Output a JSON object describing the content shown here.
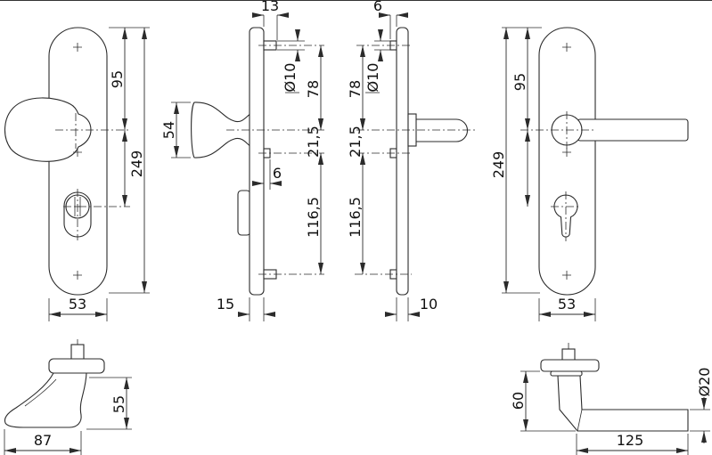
{
  "colors": {
    "background": "#ffffff",
    "line": "#2b2b2b",
    "text": "#111111"
  },
  "drawings": {
    "knob_plate_front": {
      "dims": {
        "top_to_handle": "95",
        "total_height": "249",
        "width": "53"
      }
    },
    "knob_plate_side": {
      "dims": {
        "screw_projection": "13",
        "screw_diameter": "Ø10",
        "screw_to_handle": "78",
        "knob_cap": "54",
        "handle_to_cylinder_screw": "21,5",
        "cylinder_screw_projection": "6",
        "cylinder_to_bottom_screw": "116,5",
        "plate_thickness": "15"
      }
    },
    "lever_plate_side": {
      "dims": {
        "screw_projection": "6",
        "screw_diameter": "Ø10",
        "screw_to_handle": "78",
        "handle_to_cylinder_screw": "21,5",
        "cylinder_to_bottom_screw": "116,5",
        "plate_thickness": "10"
      }
    },
    "lever_plate_front": {
      "dims": {
        "top_to_handle": "95",
        "total_height": "249",
        "width": "53"
      }
    },
    "knob_side_profile": {
      "dims": {
        "height": "55",
        "length": "87"
      }
    },
    "lever_side_profile": {
      "dims": {
        "height": "60",
        "grip_diameter": "Ø20",
        "length": "125"
      }
    }
  }
}
